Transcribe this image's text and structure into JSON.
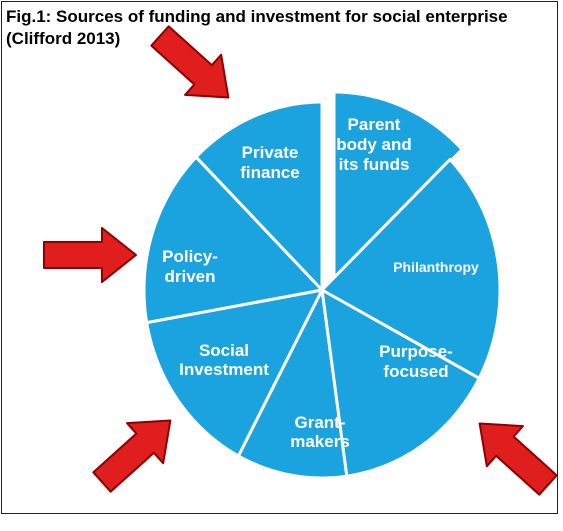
{
  "caption": {
    "line1": "Fig.1: Sources of funding and investment for social enterprise",
    "line2": "(Clifford 2013)"
  },
  "colors": {
    "segment_fill": "#1aa3df",
    "segment_stroke": "#ffffff",
    "arrow_fill": "#e01e1e",
    "arrow_stroke": "#8c0000",
    "label": "#ffffff"
  },
  "segments": [
    {
      "id": "parent-body",
      "label_lines": [
        "Parent",
        "body and",
        "its funds"
      ],
      "exploded": true
    },
    {
      "id": "philanthropy",
      "label_lines": [
        "Philanthropy"
      ]
    },
    {
      "id": "purpose-focused",
      "label_lines": [
        "Purpose-",
        "focused"
      ]
    },
    {
      "id": "grant-makers",
      "label_lines": [
        "Grant-",
        "makers"
      ]
    },
    {
      "id": "social-investment",
      "label_lines": [
        "Social",
        "Investment"
      ]
    },
    {
      "id": "policy-driven",
      "label_lines": [
        "Policy-",
        "driven"
      ]
    },
    {
      "id": "private-finance",
      "label_lines": [
        "Private",
        "finance"
      ]
    }
  ],
  "arrows": [
    {
      "id": "private-finance",
      "icon": "red-arrow-icon"
    },
    {
      "id": "policy-driven",
      "icon": "red-arrow-icon"
    },
    {
      "id": "social-investment",
      "icon": "red-arrow-icon"
    },
    {
      "id": "purpose-focused",
      "icon": "red-arrow-icon"
    }
  ]
}
